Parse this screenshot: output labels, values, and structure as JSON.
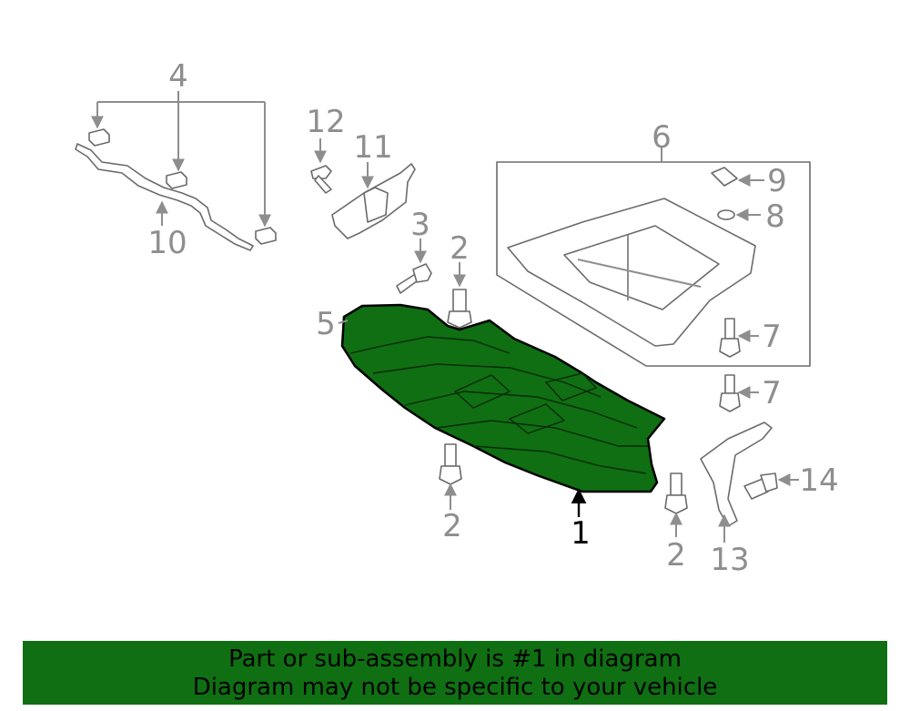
{
  "callouts": {
    "c1": "1",
    "c2a": "2",
    "c2b": "2",
    "c2c": "2",
    "c3": "3",
    "c4": "4",
    "c5": "5",
    "c6": "6",
    "c7a": "7",
    "c7b": "7",
    "c8": "8",
    "c9": "9",
    "c10": "10",
    "c11": "11",
    "c12": "12",
    "c13": "13",
    "c14": "14"
  },
  "banner": {
    "line1": "Part or sub-assembly is #1 in diagram",
    "line2": "Diagram may not be specific to your vehicle",
    "color": "#0f6f12"
  },
  "highlight_color": "#0f6f12"
}
